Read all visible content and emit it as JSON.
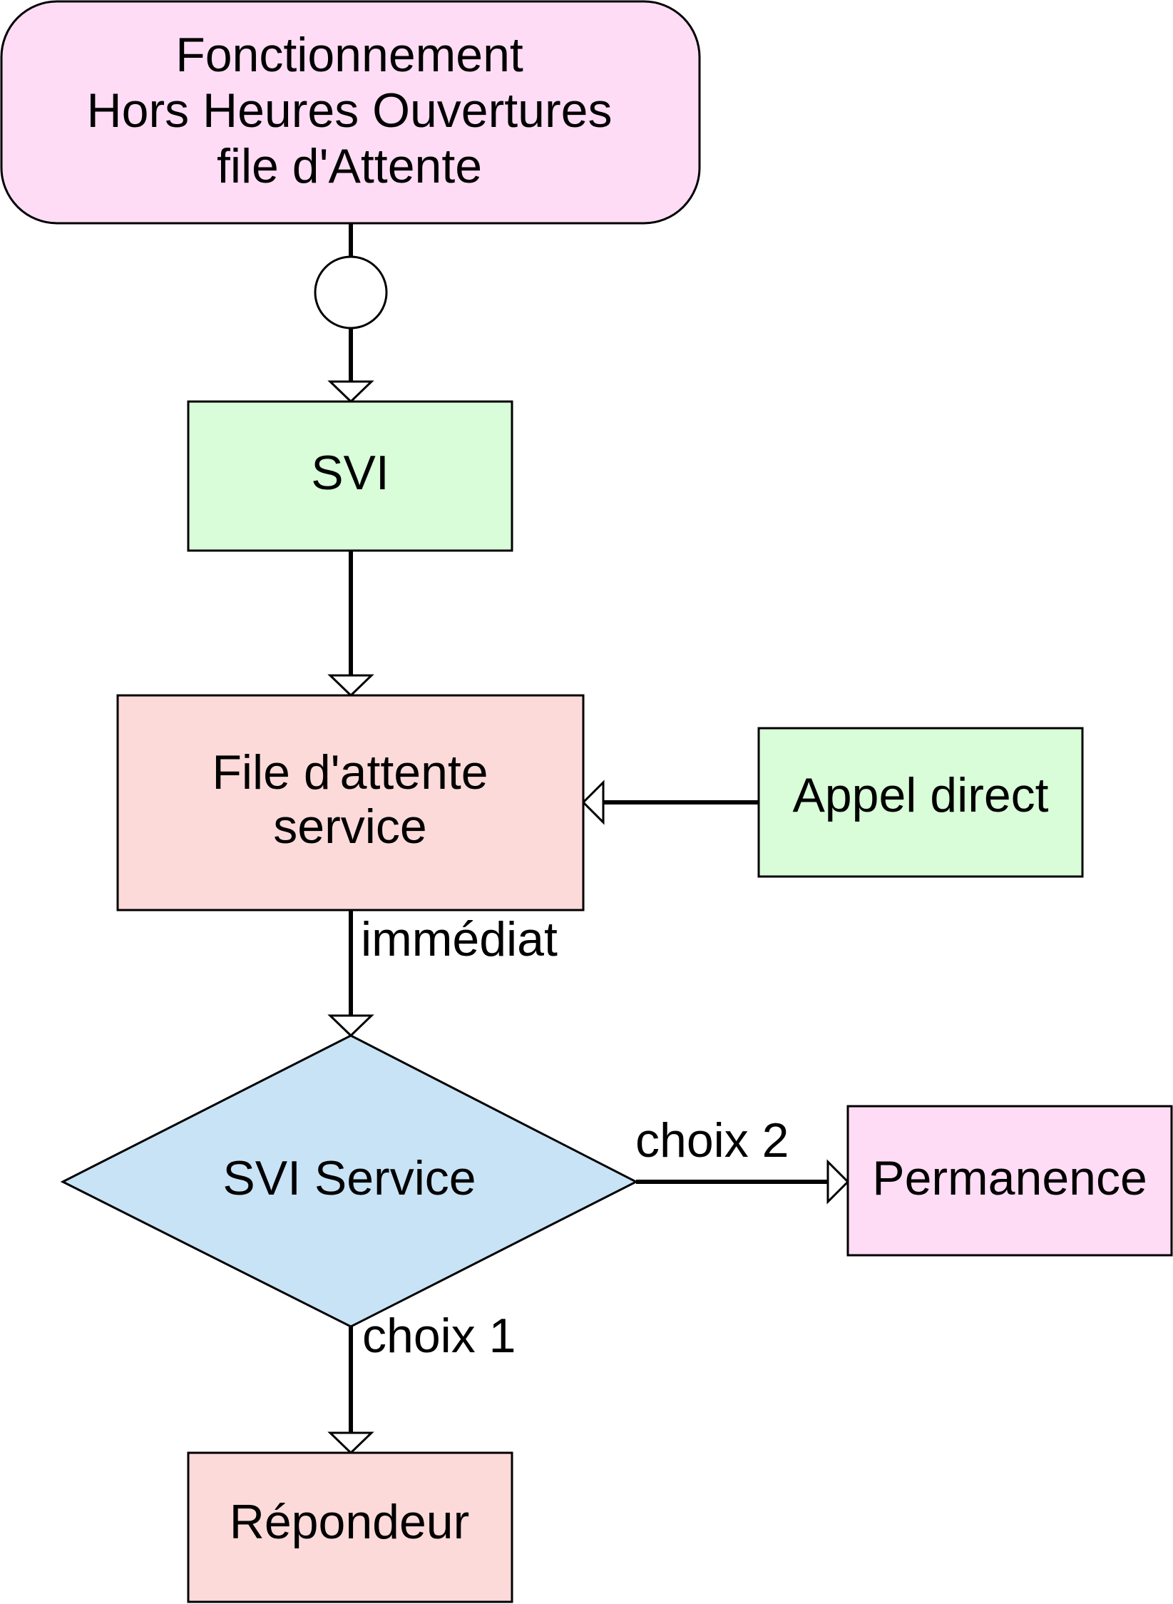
{
  "colors": {
    "start_fill": "#ffdcf5",
    "green_fill": "#d8fdd8",
    "red_fill": "#fddada",
    "blue_fill": "#c8e3f6",
    "pink_fill": "#ffdcf5",
    "stroke": "#000000"
  },
  "nodes": {
    "start": {
      "line1": "Fonctionnement",
      "line2": "Hors Heures Ouvertures",
      "line3": "file d'Attente"
    },
    "svi": {
      "label": "SVI"
    },
    "queue": {
      "line1": "File d'attente",
      "line2": "service"
    },
    "direct_call": {
      "label": "Appel direct"
    },
    "svi_service": {
      "label": "SVI Service"
    },
    "permanence": {
      "label": "Permanence"
    },
    "answering_machine": {
      "label": "Répondeur"
    }
  },
  "edges": {
    "immediate": "immédiat",
    "choice2": "choix 2",
    "choice1": "choix 1"
  }
}
